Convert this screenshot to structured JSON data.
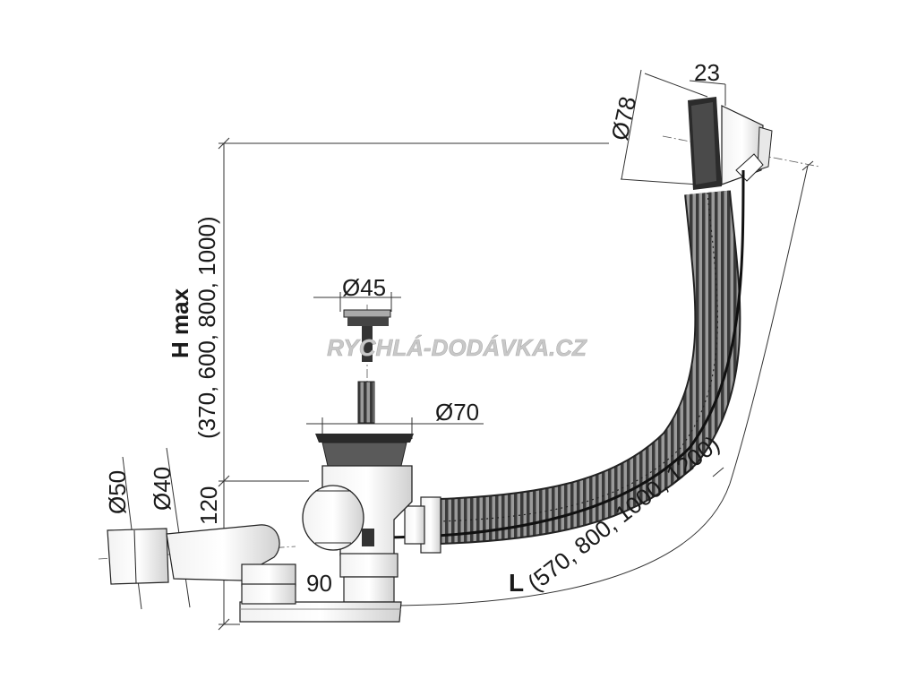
{
  "watermark": "RYCHLÁ-DODÁVKA.CZ",
  "dimensions": {
    "d78": "Ø78",
    "d23": "23",
    "d45": "Ø45",
    "d70": "Ø70",
    "d50": "Ø50",
    "d40": "Ø40",
    "h120": "120",
    "w90": "90",
    "h_max_label": "H max",
    "h_max_values": "(370, 600, 800, 1000)",
    "l_label": "L",
    "l_values": "(570, 800, 1000, 1200)"
  },
  "colors": {
    "line": "#222222",
    "dark_part": "#2a2a2a",
    "grey_part": "#b5b5b5",
    "light_part": "#e6e6e6",
    "watermark": "#c8c8c8"
  }
}
